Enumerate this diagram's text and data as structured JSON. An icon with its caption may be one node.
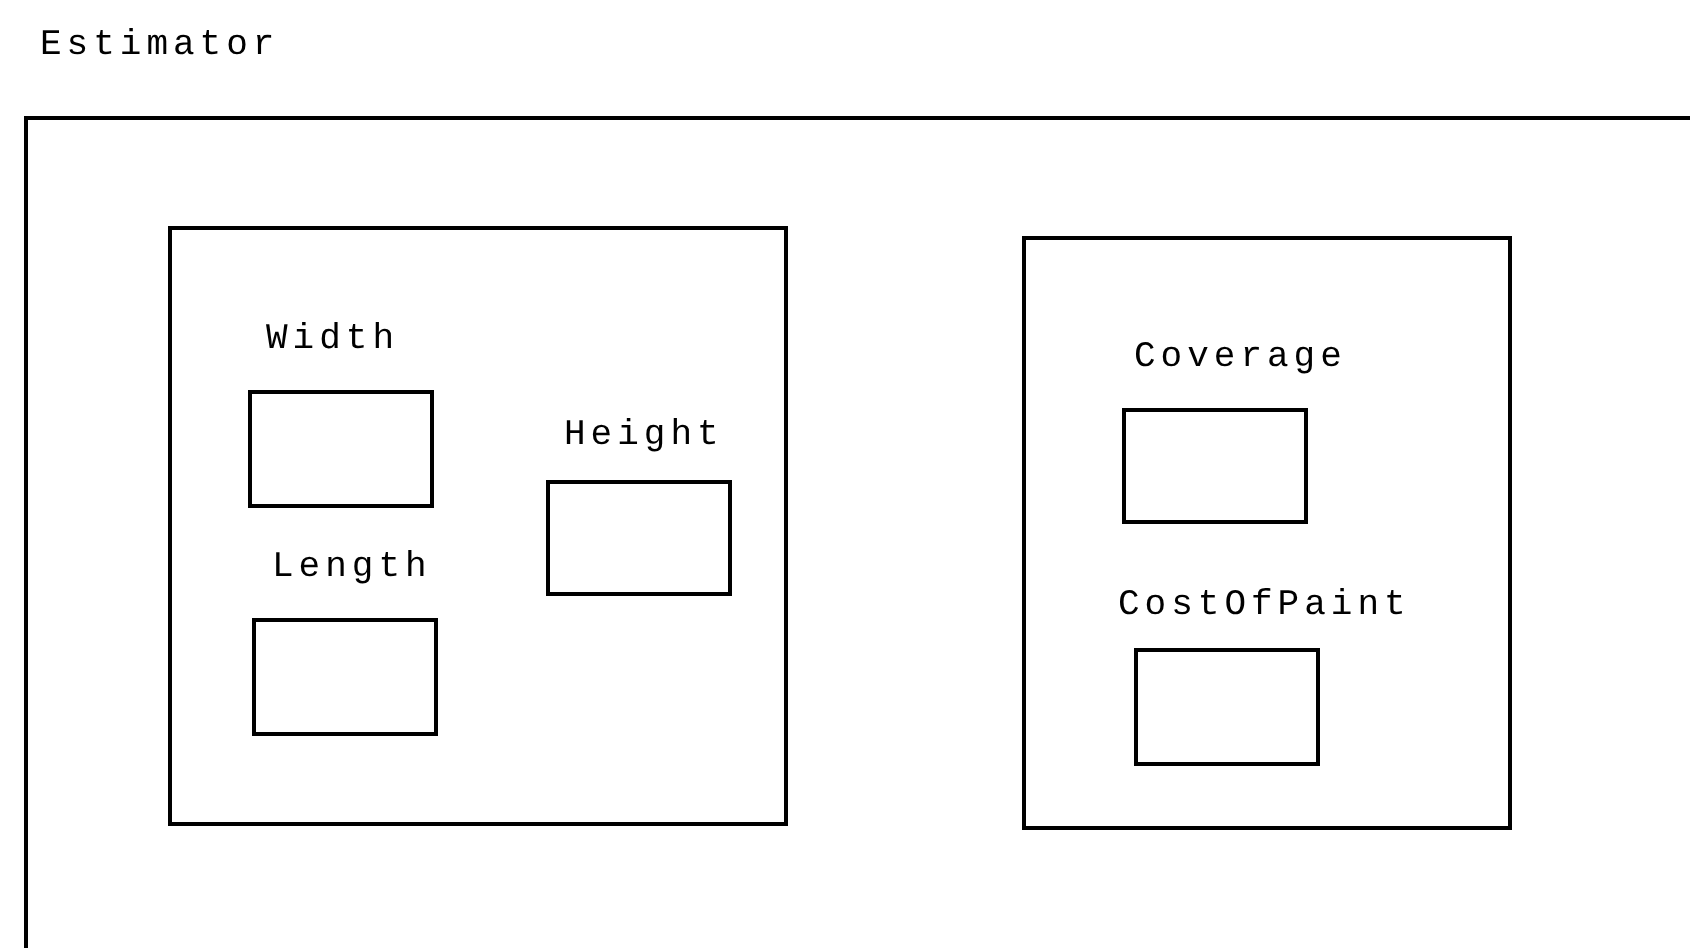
{
  "diagram": {
    "nodes": [
      {
        "text": [
          "Estimator"
        ]
      },
      {
        "text": [],
        "shape": "box",
        "in": 0
      },
      {
        "text": [
          "Width"
        ],
        "in": 1
      },
      {
        "text": [
          "Height"
        ],
        "in": 1
      },
      {
        "text": [
          "Length"
        ],
        "in": 1
      },
      {
        "text": [],
        "shape": "box",
        "in": 0
      },
      {
        "text": [
          "Coverage"
        ],
        "in": 5
      },
      {
        "text": [
          "CostOfPaint"
        ],
        "in": 5
      }
    ]
  }
}
